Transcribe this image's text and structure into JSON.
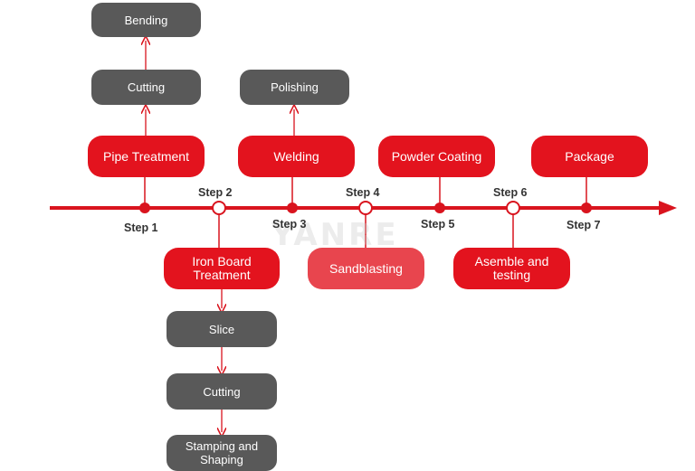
{
  "process": {
    "step1": "Step 1",
    "step2": "Step 2",
    "step3": "Step 3",
    "step4": "Step 4",
    "step5": "Step 5",
    "step6": "Step 6",
    "step7": "Step 7",
    "pipe_treatment": "Pipe Treatment",
    "cutting_top": "Cutting",
    "bending": "Bending",
    "iron_board_treatment": "Iron Board\nTreatment",
    "slice": "Slice",
    "cutting_bottom": "Cutting",
    "stamping_shaping": "Stamping and\nShaping",
    "welding": "Welding",
    "polishing": "Polishing",
    "sandblasting": "Sandblasting",
    "powder_coating": "Powder Coating",
    "assemble_testing": "Asemble and\ntesting",
    "package": "Package"
  },
  "watermark": "YANRE",
  "colors": {
    "timeline": "#d9141e",
    "red_box": "#e3131e",
    "gray_box": "#595959"
  }
}
